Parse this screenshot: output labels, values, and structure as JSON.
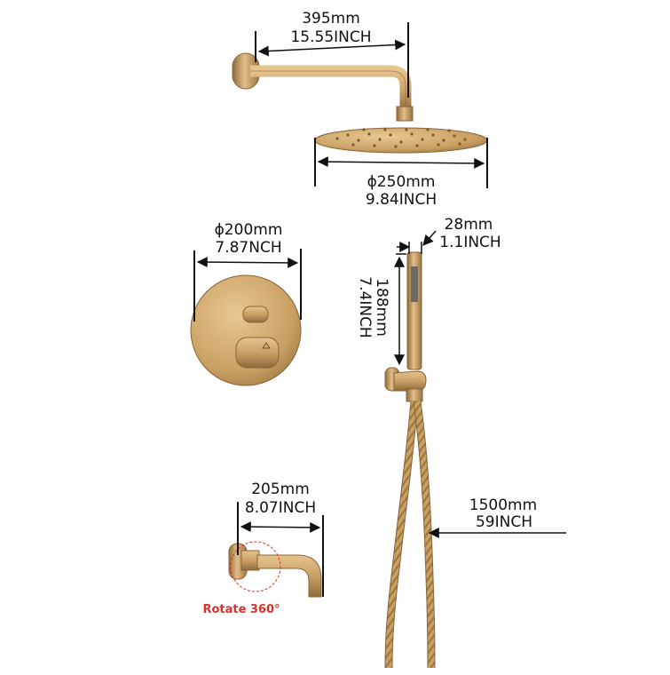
{
  "labels": {
    "arm_mm": "395mm",
    "arm_inch": "15.55INCH",
    "head_mm": "ϕ250mm",
    "head_inch": "9.84INCH",
    "valve_mm": "ϕ200mm",
    "valve_inch": "7.87NCH",
    "handle_w_mm": "28mm",
    "handle_w_inch": "1.1INCH",
    "handle_h_mm": "188mm",
    "handle_h_inch": "7.4INCH",
    "spout_mm": "205mm",
    "spout_inch": "8.07INCH",
    "hose_mm": "1500mm",
    "hose_inch": "59INCH",
    "rotate_note": "Rotate 360°"
  },
  "colors": {
    "brass_light": "#dcb47a",
    "brass_mid": "#c49a5e",
    "brass_dark": "#8a6536",
    "line": "#111111",
    "rotate_red": "#d9302c"
  }
}
